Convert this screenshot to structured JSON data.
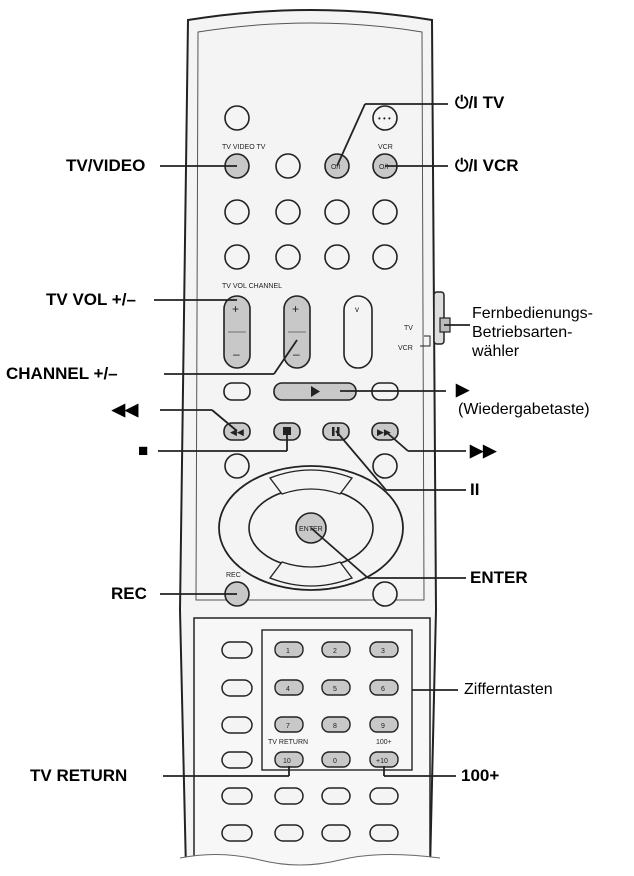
{
  "remote": {
    "labels": {
      "tv_video_tv": "TV VIDEO TV",
      "vcr": "VCR",
      "tv_vol_channel": "TV VOL CHANNEL",
      "tv": "TV",
      "vcr_switch": "VCR",
      "rec": "REC",
      "enter": "ENTER",
      "tv_return": "TV RETURN",
      "hundred_plus": "100+",
      "power_glyph": "O/I"
    },
    "number_keys": [
      "1",
      "2",
      "3",
      "4",
      "5",
      "6",
      "7",
      "8",
      "9",
      "10",
      "0",
      "+10"
    ]
  },
  "callouts": {
    "power_tv": "⏻/I TV",
    "power_vcr": "⏻/I VCR",
    "tv_video": "TV/VIDEO",
    "tv_vol": "TV VOL +/–",
    "channel": "CHANNEL +/–",
    "mode_switch_1": "Fernbedienungs-",
    "mode_switch_2": "Betriebsarten-",
    "mode_switch_3": "wähler",
    "play_symbol": "▶",
    "play_desc": "(Wiedergabetaste)",
    "rewind": "◀◀",
    "stop": "■",
    "fast_forward": "▶▶",
    "pause": "II",
    "enter": "ENTER",
    "rec": "REC",
    "number_keys": "Zifferntasten",
    "tv_return": "TV RETURN",
    "hundred_plus": "100+"
  }
}
